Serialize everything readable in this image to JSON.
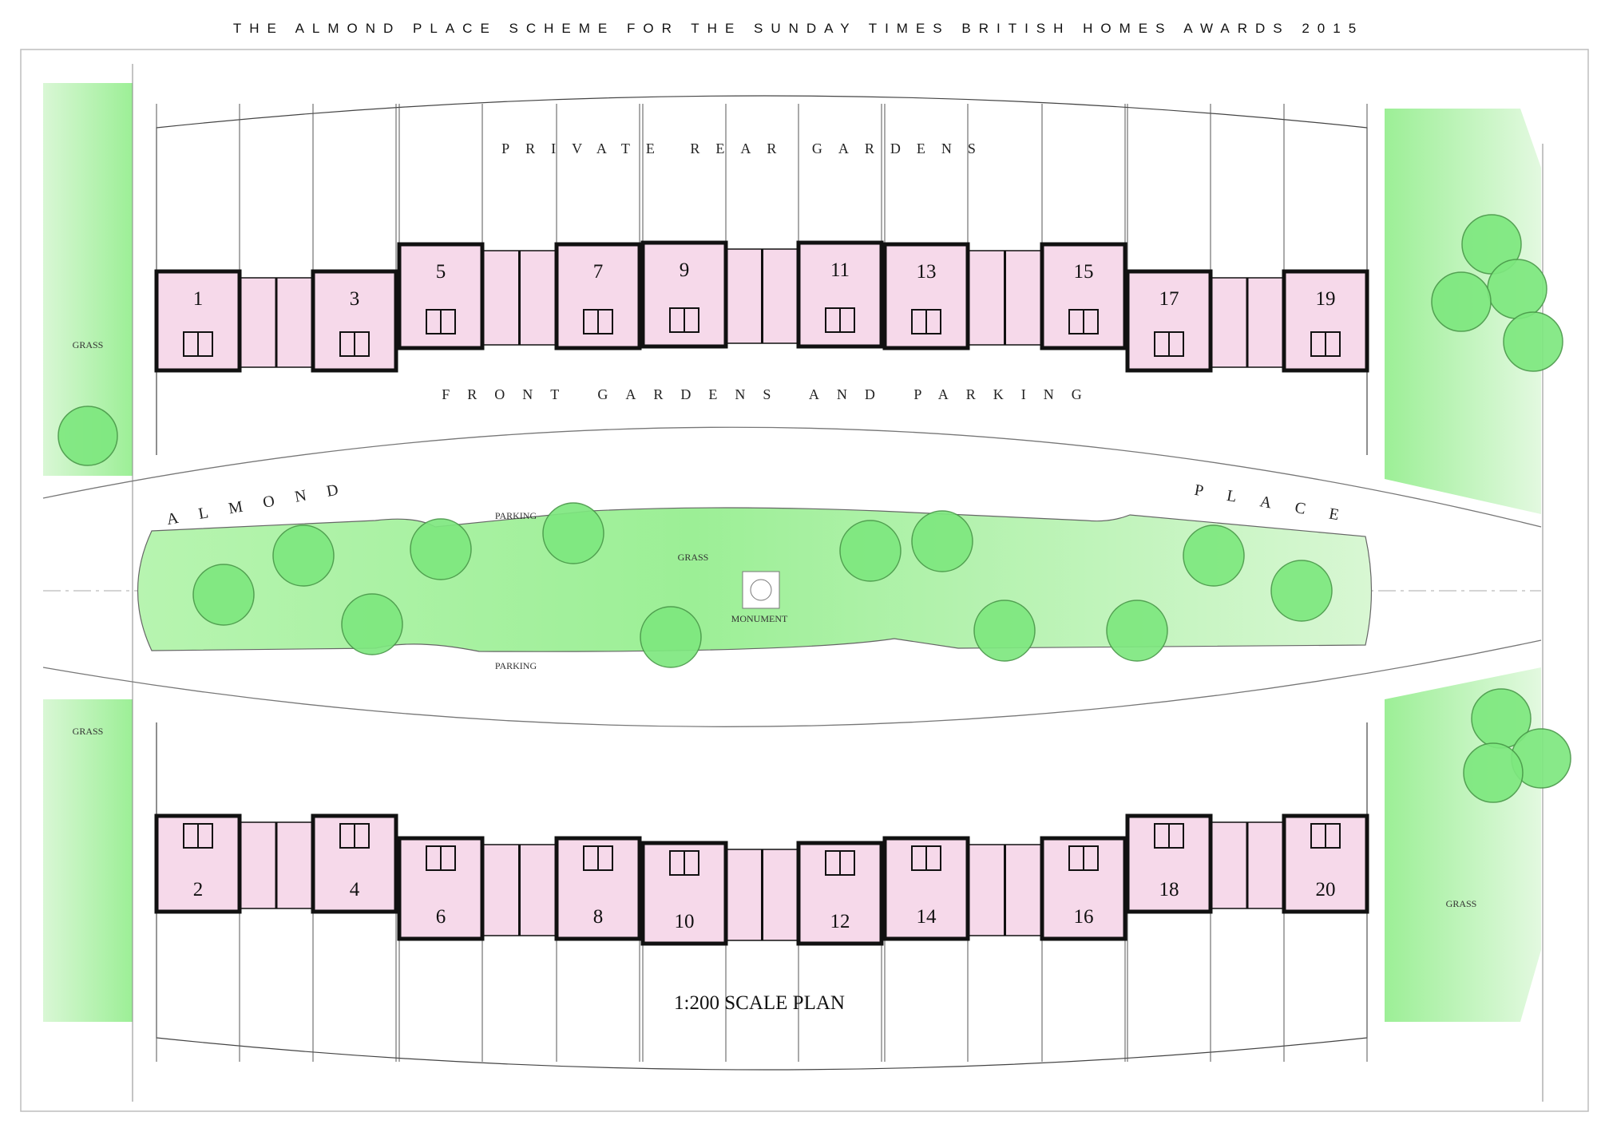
{
  "title": "THE ALMOND PLACE SCHEME FOR THE SUNDAY TIMES BRITISH HOMES AWARDS 2015",
  "labels": {
    "private_rear_gardens": "PRIVATE REAR GARDENS",
    "front_gardens": "FRONT GARDENS AND PARKING",
    "street_left": "ALMOND",
    "street_right": "PLACE",
    "grass": "GRASS",
    "parking": "PARKING",
    "monument": "MONUMENT",
    "scale": "1:200 SCALE PLAN"
  },
  "houses_north": [
    "1",
    "3",
    "5",
    "7",
    "9",
    "11",
    "13",
    "15",
    "17",
    "19"
  ],
  "houses_south": [
    "2",
    "4",
    "6",
    "8",
    "10",
    "12",
    "14",
    "16",
    "18",
    "20"
  ],
  "colors": {
    "house_fill": "#f6d9ea",
    "grass_fill": "#9ef09a",
    "tree_fill": "#7ee87f",
    "wall": "#111111",
    "line": "#444444"
  }
}
